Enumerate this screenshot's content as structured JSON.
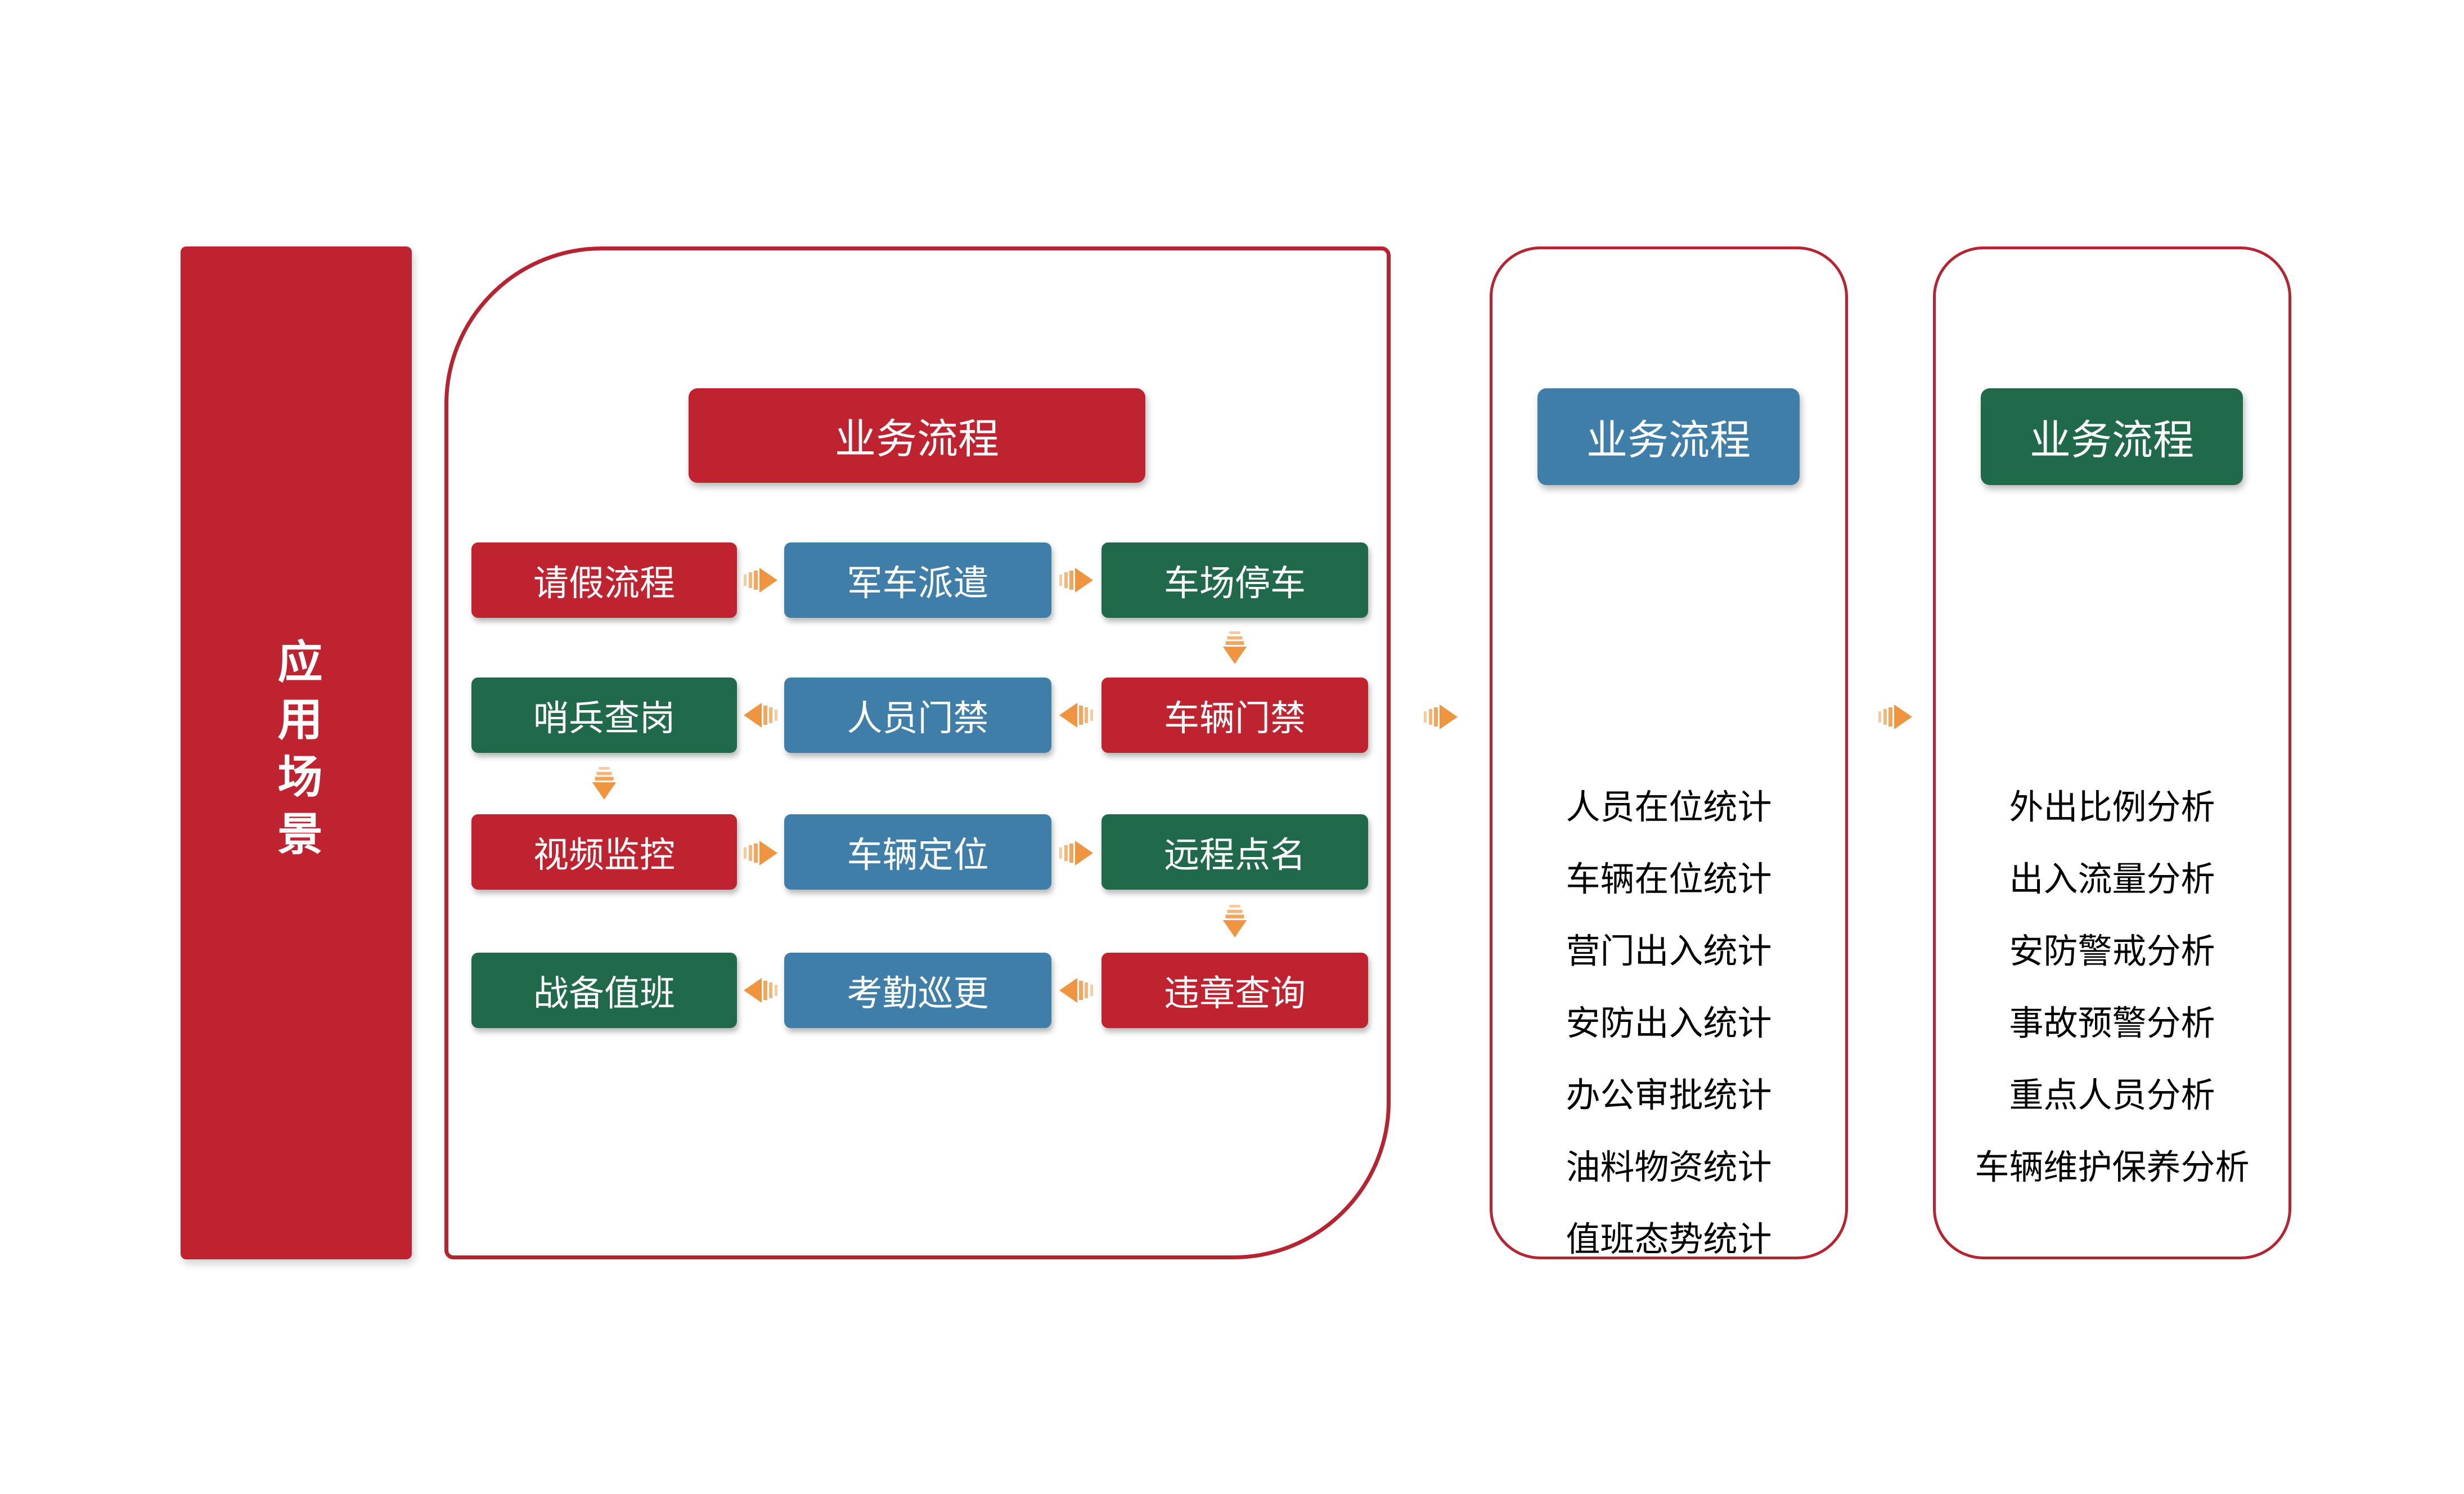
{
  "colors": {
    "red": "#BE232F",
    "blue": "#3E7EA8",
    "green": "#206A4B",
    "orange_arrow": "#F0953F",
    "panel_border": "#B52430",
    "list_text": "#000000"
  },
  "sidebar": {
    "label": "应用场景"
  },
  "process_panel": {
    "header": "业务流程",
    "rows": [
      {
        "cells": [
          {
            "label": "请假流程",
            "color": "red"
          },
          {
            "label": "军车派遣",
            "color": "blue"
          },
          {
            "label": "车场停车",
            "color": "green"
          }
        ]
      },
      {
        "cells": [
          {
            "label": "哨兵查岗",
            "color": "green"
          },
          {
            "label": "人员门禁",
            "color": "blue"
          },
          {
            "label": "车辆门禁",
            "color": "red"
          }
        ]
      },
      {
        "cells": [
          {
            "label": "视频监控",
            "color": "red"
          },
          {
            "label": "车辆定位",
            "color": "blue"
          },
          {
            "label": "远程点名",
            "color": "green"
          }
        ]
      },
      {
        "cells": [
          {
            "label": "战备值班",
            "color": "green"
          },
          {
            "label": "考勤巡更",
            "color": "blue"
          },
          {
            "label": "违章查询",
            "color": "red"
          }
        ]
      }
    ]
  },
  "stats_panel": {
    "header": "业务流程",
    "items": [
      "人员在位统计",
      "车辆在位统计",
      "营门出入统计",
      "安防出入统计",
      "办公审批统计",
      "油料物资统计",
      "值班态势统计"
    ]
  },
  "analysis_panel": {
    "header": "业务流程",
    "items": [
      "外出比例分析",
      "出入流量分析",
      "安防警戒分析",
      "事故预警分析",
      "重点人员分析",
      "车辆维护保养分析"
    ]
  }
}
